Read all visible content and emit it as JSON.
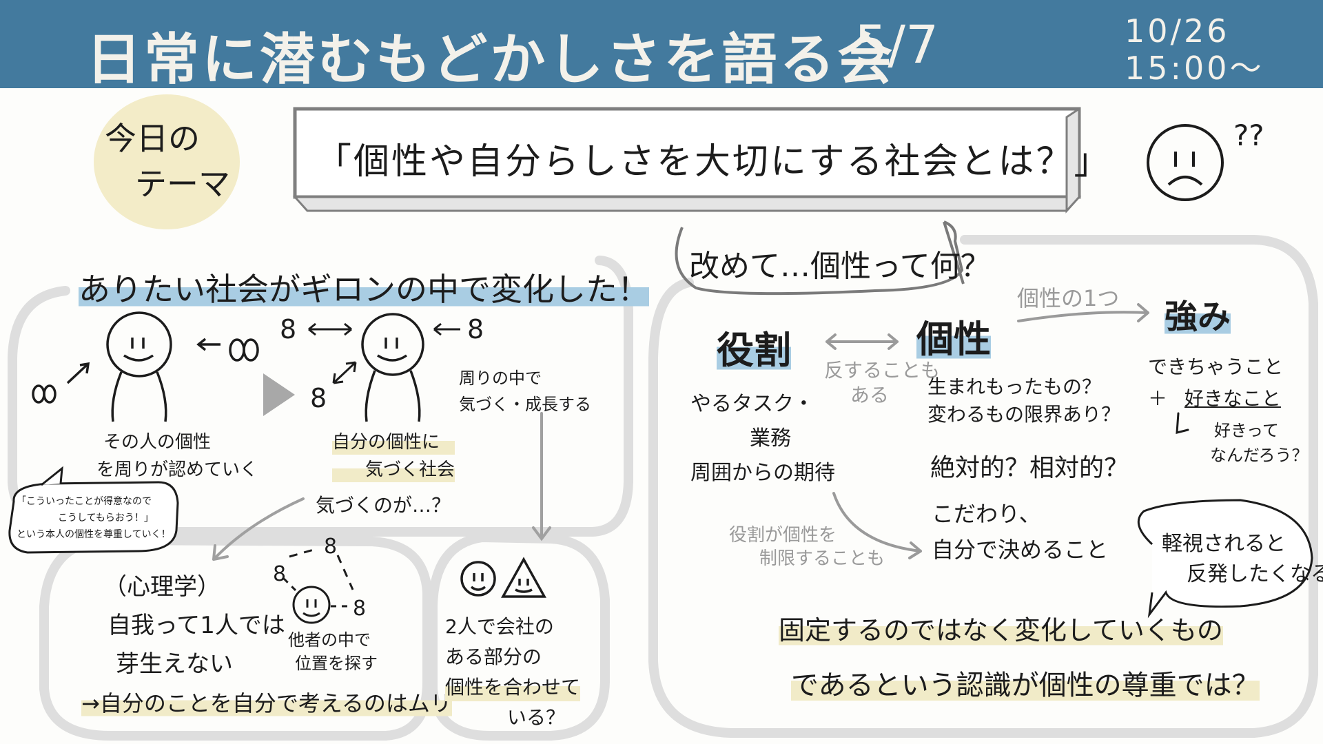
{
  "header": {
    "title": "日常に潜むもどかしさを語る会",
    "issue": "5/7",
    "date": "10/26",
    "time": "15:00～"
  },
  "theme": {
    "badge_line1": "今日の",
    "badge_line2": "テーマ",
    "question": "「個性や自分らしさを大切にする社会とは？」",
    "face_marks": "??"
  },
  "left": {
    "heading": "ありたい社会がギロンの中で変化した！",
    "caption_left_1": "その人の個性",
    "caption_left_2": "を周りが認めていく",
    "caption_mid_1": "自分の個性に",
    "caption_mid_2": "気づく社会",
    "caption_right_1": "周りの中で",
    "caption_right_2": "気づく・成長する",
    "question_kizuku": "気づくのが…？",
    "bubble_line1": "「こういったことが得意なので",
    "bubble_line2": "こうしてもらおう！」",
    "bubble_line3": "という本人の個性を尊重していく！",
    "psych_label": "（心理学）",
    "psych_line1": "自我って1人では",
    "psych_line2": "芽生えない",
    "psych_conclusion": "→自分のことを自分で考えるのはムリ",
    "others_line1": "他者の中で",
    "others_line2": "位置を探す",
    "company_line1": "2人で会社の",
    "company_line2": "ある部分の",
    "company_line3": "個性を合わせて",
    "company_line4": "いる？"
  },
  "right": {
    "bubble": "改めて…個性って何？",
    "role": "役割",
    "role_note1": "反することも",
    "role_note2": "ある",
    "role_item1": "やるタスク・",
    "role_item2": "業務",
    "role_item3": "周囲からの期待",
    "role_item4_1": "役割が個性を",
    "role_item4_2": "制限することも",
    "kosei": "個性",
    "arrow_label": "個性の1つ",
    "strength": "強み",
    "kosei_q1_1": "生まれもったもの？",
    "kosei_q1_2": "変わるもの限界あり？",
    "kosei_q2": "絶対的？相対的？",
    "kosei_q3_1": "こだわり、",
    "kosei_q3_2": "自分で決めること",
    "strength_1": "できちゃうこと",
    "strength_2": "好きなこと",
    "strength_3": "好きって",
    "strength_4": "なんだろう？",
    "strength_plus": "＋",
    "right_bubble_1": "軽視されると",
    "right_bubble_2": "反発したくなる",
    "conclusion_1": "固定するのではなく変化していくもの",
    "conclusion_2": "であるという認識が個性の尊重では？"
  },
  "colors": {
    "header": "#437a9e",
    "badge": "#f3ecc8",
    "highlight_blue": "#a9cde3",
    "highlight_yellow": "#f1ebc8",
    "frame_gray": "#dcdcdc"
  }
}
